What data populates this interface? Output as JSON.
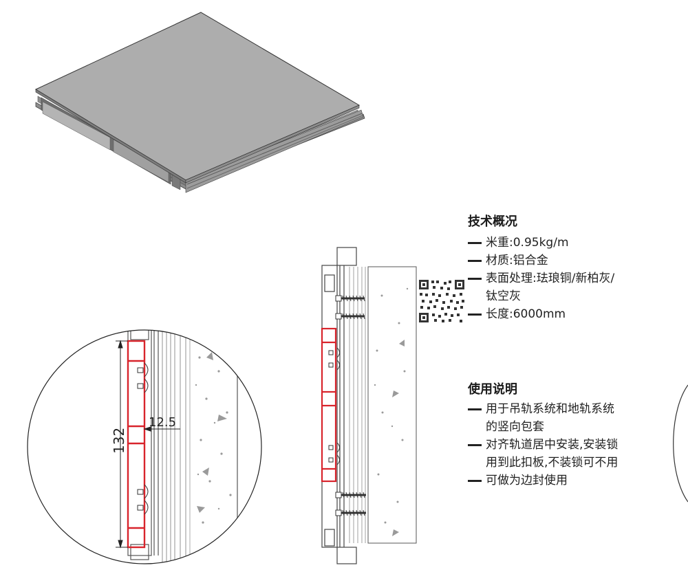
{
  "specs": {
    "title": "技术概况",
    "items": [
      [
        "米重:0.95kg/m"
      ],
      [
        "材质:铝合金"
      ],
      [
        "表面处理:珐琅铜/新柏灰/",
        "钛空灰"
      ],
      [
        "长度:6000mm"
      ]
    ]
  },
  "usage": {
    "title": "使用说明",
    "items": [
      [
        "用于吊轨系统和地轨系统",
        "的竖向包套"
      ],
      [
        "对齐轨道居中安装,安装锁",
        "用到此扣板,不装锁可不用"
      ],
      [
        "可做为边封使用"
      ]
    ]
  },
  "dimensions": {
    "height": "132",
    "depth": "12.5"
  },
  "colors": {
    "highlight": "#d8242c",
    "panel_top": "#adadad",
    "concrete_dot": "#9a9a9a"
  }
}
